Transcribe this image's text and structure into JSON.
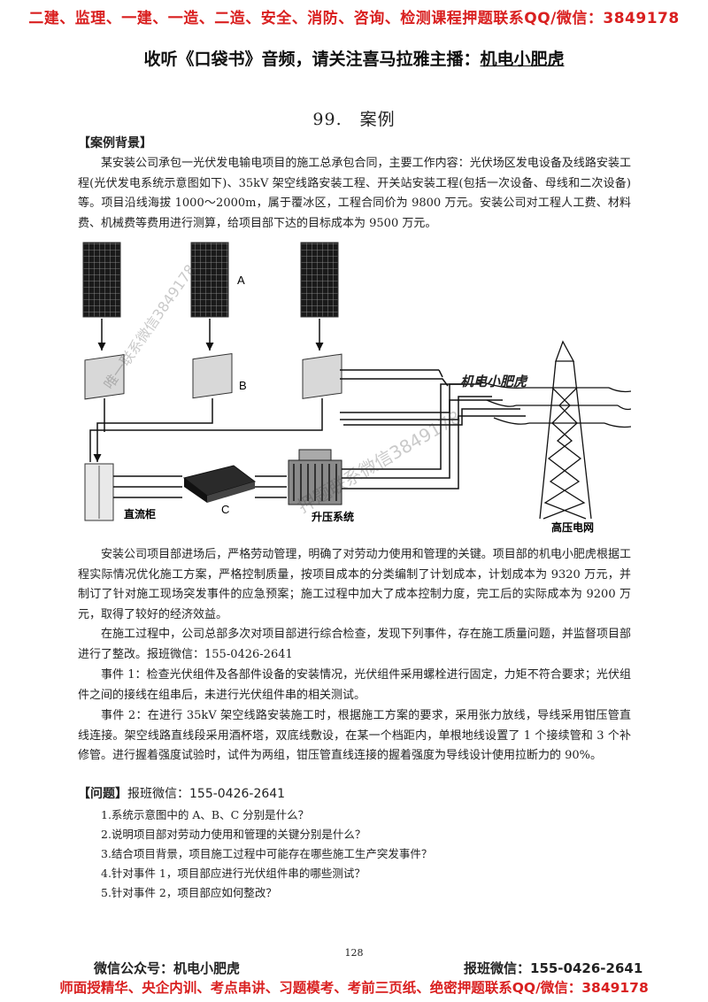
{
  "header": {
    "top_banner": "二建、监理、一建、一造、二造、安全、消防、咨询、检测课程押题联系QQ/微信：3849178",
    "sub_banner_prefix": "收听《口袋书》音频，请关注喜马拉雅主播：",
    "sub_banner_host": "机电小肥虎"
  },
  "title": "99.　案例",
  "background": {
    "label": "【案例背景】",
    "paragraph": "某安装公司承包一光伏发电输电项目的施工总承包合同，主要工作内容：光伏场区发电设备及线路安装工程(光伏发电系统示意图如下)、35kV 架空线路安装工程、开关站安装工程(包括一次设备、母线和二次设备)等。项目沿线海拔 1000～2000m，属于覆冰区，工程合同价为 9800 万元。安装公司对工程人工费、材料费、机械费等费用进行测算，给项目部下达的目标成本为 9500 万元。"
  },
  "diagram": {
    "label_a": "A",
    "label_b": "B",
    "label_c": "C",
    "label_dc": "直流柜",
    "label_boost": "升压系统",
    "label_grid": "高压电网",
    "tower_text": "机电小肥虎"
  },
  "body": {
    "p1": "安装公司项目部进场后，严格劳动管理，明确了对劳动力使用和管理的关键。项目部的机电小肥虎根据工程实际情况优化施工方案，严格控制质量，按项目成本的分类编制了计划成本，计划成本为 9320 万元，并制订了针对施工现场突发事件的应急预案；施工过程中加大了成本控制力度，完工后的实际成本为 9200 万元，取得了较好的经济效益。",
    "p2": "在施工过程中，公司总部多次对项目部进行综合检查，发现下列事件，存在施工质量问题，并监督项目部进行了整改。报班微信：155-0426-2641",
    "p3": "事件 1：检查光伏组件及各部件设备的安装情况，光伏组件采用螺栓进行固定，力矩不符合要求；光伏组件之间的接线在组串后，未进行光伏组件串的相关测试。",
    "p4": "事件 2：在进行 35kV 架空线路安装施工时，根据施工方案的要求，采用张力放线，导线采用钳压管直线连接。架空线路直线段采用酒杯塔，双底线敷设，在某一个档距内，单根地线设置了 1 个接续管和 3 个补修管。进行握着强度试验时，试件为两组，钳压管直线连接的握着强度为导线设计使用拉断力的 90%。"
  },
  "questions": {
    "label": "【问题】",
    "label_suffix": "报班微信：155-0426-2641",
    "items": [
      "1.系统示意图中的 A、B、C 分别是什么？",
      "2.说明项目部对劳动力使用和管理的关键分别是什么？",
      "3.结合项目背景，项目施工过程中可能存在哪些施工生产突发事件？",
      "4.针对事件 1，项目部应进行光伏组件串的哪些测试？",
      "5.针对事件 2，项目部应如何整改？"
    ]
  },
  "page_number": "128",
  "footer": {
    "left": "微信公众号：机电小肥虎",
    "right": "报班微信：155-0426-2641",
    "bottom_banner": "师面授精华、央企内训、考点串讲、习题模考、考前三页纸、绝密押题联系QQ/微信：3849178"
  },
  "watermarks": {
    "w1": "唯一联系微信3849178",
    "w2": "唯一联系微信3849178",
    "w3": "押题联系微信3849178"
  }
}
